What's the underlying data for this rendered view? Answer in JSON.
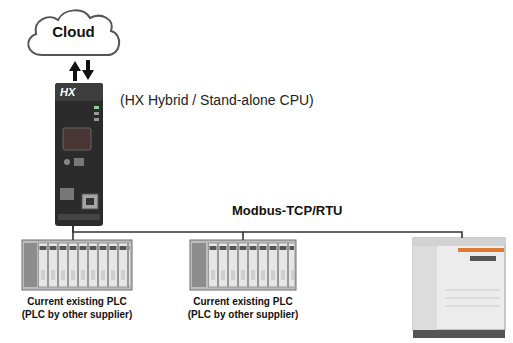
{
  "diagram": {
    "nodes": [
      {
        "text": [
          "Cloud"
        ]
      },
      {
        "text": [
          "(HX Hybrid / Stand-alone CPU)"
        ]
      },
      {
        "text": [
          "Current existing PLC (PLC by other supplier)"
        ]
      },
      {
        "text": [
          "Current existing PLC (PLC by other supplier)"
        ]
      }
    ],
    "edges": [
      {
        "from": 1,
        "to": 0,
        "arrow": "to"
      },
      {
        "from": 0,
        "to": 1,
        "arrow": "to"
      },
      {
        "from": 1,
        "to": 2,
        "arrow": "none"
      },
      {
        "from": 1,
        "to": 3,
        "arrow": "none"
      }
    ],
    "labels": [
      "HX",
      "Modbus-TCP/RTU"
    ]
  }
}
